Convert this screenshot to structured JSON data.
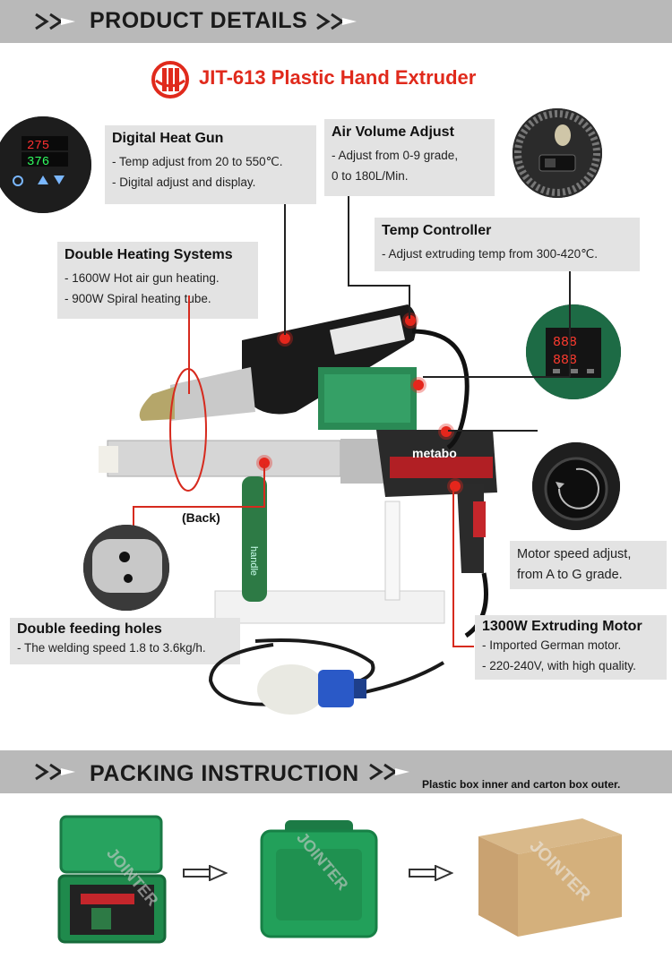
{
  "sections": {
    "product_details": "PRODUCT DETAILS",
    "packing_instruction": "PACKING INSTRUCTION",
    "packing_note": "Plastic box inner and carton box outer."
  },
  "product_title": "JIT-613 Plastic Hand Extruder",
  "features": {
    "heat_gun": {
      "title": "Digital Heat Gun",
      "lines": [
        "- Temp adjust from 20 to 550℃.",
        "- Digital adjust and display."
      ]
    },
    "air_volume": {
      "title": "Air Volume Adjust",
      "lines": [
        "- Adjust from 0-9 grade,",
        "0 to 180L/Min."
      ]
    },
    "temp_controller": {
      "title": "Temp Controller",
      "lines": [
        "- Adjust extruding temp from 300-420℃."
      ]
    },
    "double_heating": {
      "title": "Double Heating Systems",
      "lines": [
        "- 1600W Hot air gun heating.",
        "- 900W Spiral heating tube."
      ]
    },
    "motor_speed": {
      "lines": [
        "Motor speed adjust,",
        "from A to G grade."
      ]
    },
    "feeding_holes": {
      "title": "Double feeding holes",
      "lines": [
        "- The welding speed 1.8 to 3.6kg/h."
      ]
    },
    "motor": {
      "title": "1300W Extruding Motor",
      "lines": [
        "- Imported German motor.",
        "- 220-240V, with high quality."
      ]
    }
  },
  "labels": {
    "back": "(Back)",
    "handle": "handle",
    "metabo": "metabo",
    "display_top": "275",
    "display_bottom": "376",
    "ctrl_top": "888",
    "ctrl_bottom": "888",
    "watermark": "JOINTER"
  },
  "colors": {
    "accent_red": "#e02a1c",
    "banner_gray": "#b9b9b9",
    "box_gray": "#e3e3e3",
    "green": "#1f8a4c"
  }
}
